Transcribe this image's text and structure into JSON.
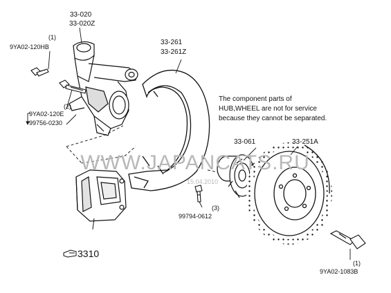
{
  "labels": {
    "knuckle_top": "33-020",
    "knuckle_bottom": "33-020Z",
    "bolt_top_qty": "(1)",
    "bolt_top_code": "9YA02-120HB",
    "bolt_mid_qty": "(2)",
    "bolt_mid_code": "9YA02-120E",
    "bolt_mid_code2": "99756-0230",
    "shield_top": "33-261",
    "shield_bottom": "33-261Z",
    "hub": "33-061",
    "disc": "33-251A",
    "caliper_ref": "3310",
    "small_bolt_qty": "(3)",
    "small_bolt_code": "99794-0612",
    "disc_bolt_qty": "(1)",
    "disc_bolt_code": "9YA02-1083B"
  },
  "note": {
    "line1": "The component parts of",
    "line2": "HUB,WHEEL are not for service",
    "line3": "because they cannot be separated."
  },
  "watermark": {
    "text": "WWW.JAPANCATS.RU",
    "date": "15.04.2010"
  },
  "colors": {
    "ink": "#111111",
    "watermark": "#b8b8b8"
  }
}
